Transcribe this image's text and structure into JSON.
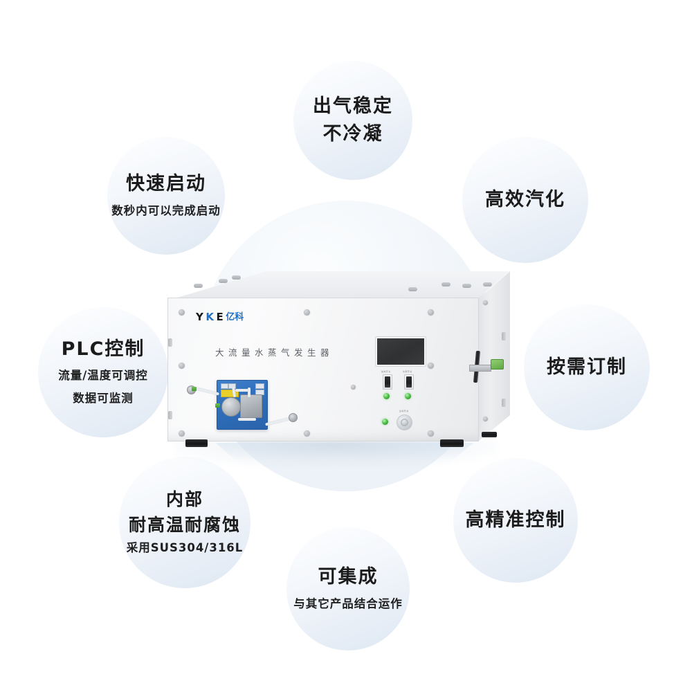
{
  "page": {
    "background_color": "#ffffff",
    "halo_color": "#eaf0f7"
  },
  "features": [
    {
      "id": "stable-gas-output",
      "title_line1": "出气稳定",
      "title_line2": "不冷凝",
      "subtitle": ""
    },
    {
      "id": "fast-start",
      "title_line1": "快速启动",
      "title_line2": "",
      "subtitle": "数秒内可以完成启动"
    },
    {
      "id": "efficient-vaporization",
      "title_line1": "高效汽化",
      "title_line2": "",
      "subtitle": ""
    },
    {
      "id": "plc-control",
      "title_line1": "PLC控制",
      "title_line2": "",
      "subtitle": "流量/温度可调控",
      "subtitle2": "数据可监测"
    },
    {
      "id": "made-to-order",
      "title_line1": "按需订制",
      "title_line2": "",
      "subtitle": ""
    },
    {
      "id": "high-precision-control",
      "title_line1": "高精准控制",
      "title_line2": "",
      "subtitle": ""
    },
    {
      "id": "integrable",
      "title_line1": "可集成",
      "title_line2": "",
      "subtitle": "与其它产品结合运作"
    },
    {
      "id": "interior-material",
      "title_line1": "内部",
      "title_line2": "耐高温耐腐蚀",
      "subtitle": "采用SUS304/316L"
    }
  ],
  "product": {
    "brand_mark_1": "Y",
    "brand_mark_2": "K",
    "brand_mark_3": "E",
    "brand_cn": "亿科",
    "brand_color": "#1f6fc4",
    "panel_title": "大流量水蒸气发生器",
    "switch_label_left": "加热开关",
    "switch_label_right": "水泵开关",
    "knob_label": "急停开关",
    "body_color": "#f5f6f7",
    "display_color": "#343537",
    "led_color": "#4fc24a",
    "pump_color": "#2f6fbc"
  }
}
